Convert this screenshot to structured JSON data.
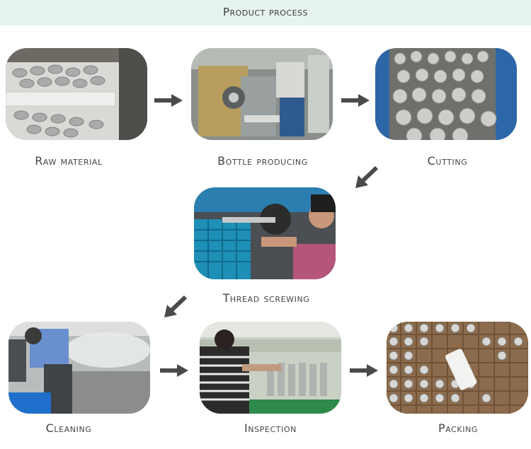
{
  "header": {
    "title": "Product process"
  },
  "steps": [
    {
      "label": "Raw material"
    },
    {
      "label": "Bottle producing"
    },
    {
      "label": "Cutting"
    },
    {
      "label": "Thread screwing"
    },
    {
      "label": "Cleaning"
    },
    {
      "label": "Inspection"
    },
    {
      "label": "Packing"
    }
  ],
  "colors": {
    "header_bg": "#e6f3f1",
    "arrow": "#4a4a4a",
    "label": "#444444"
  }
}
